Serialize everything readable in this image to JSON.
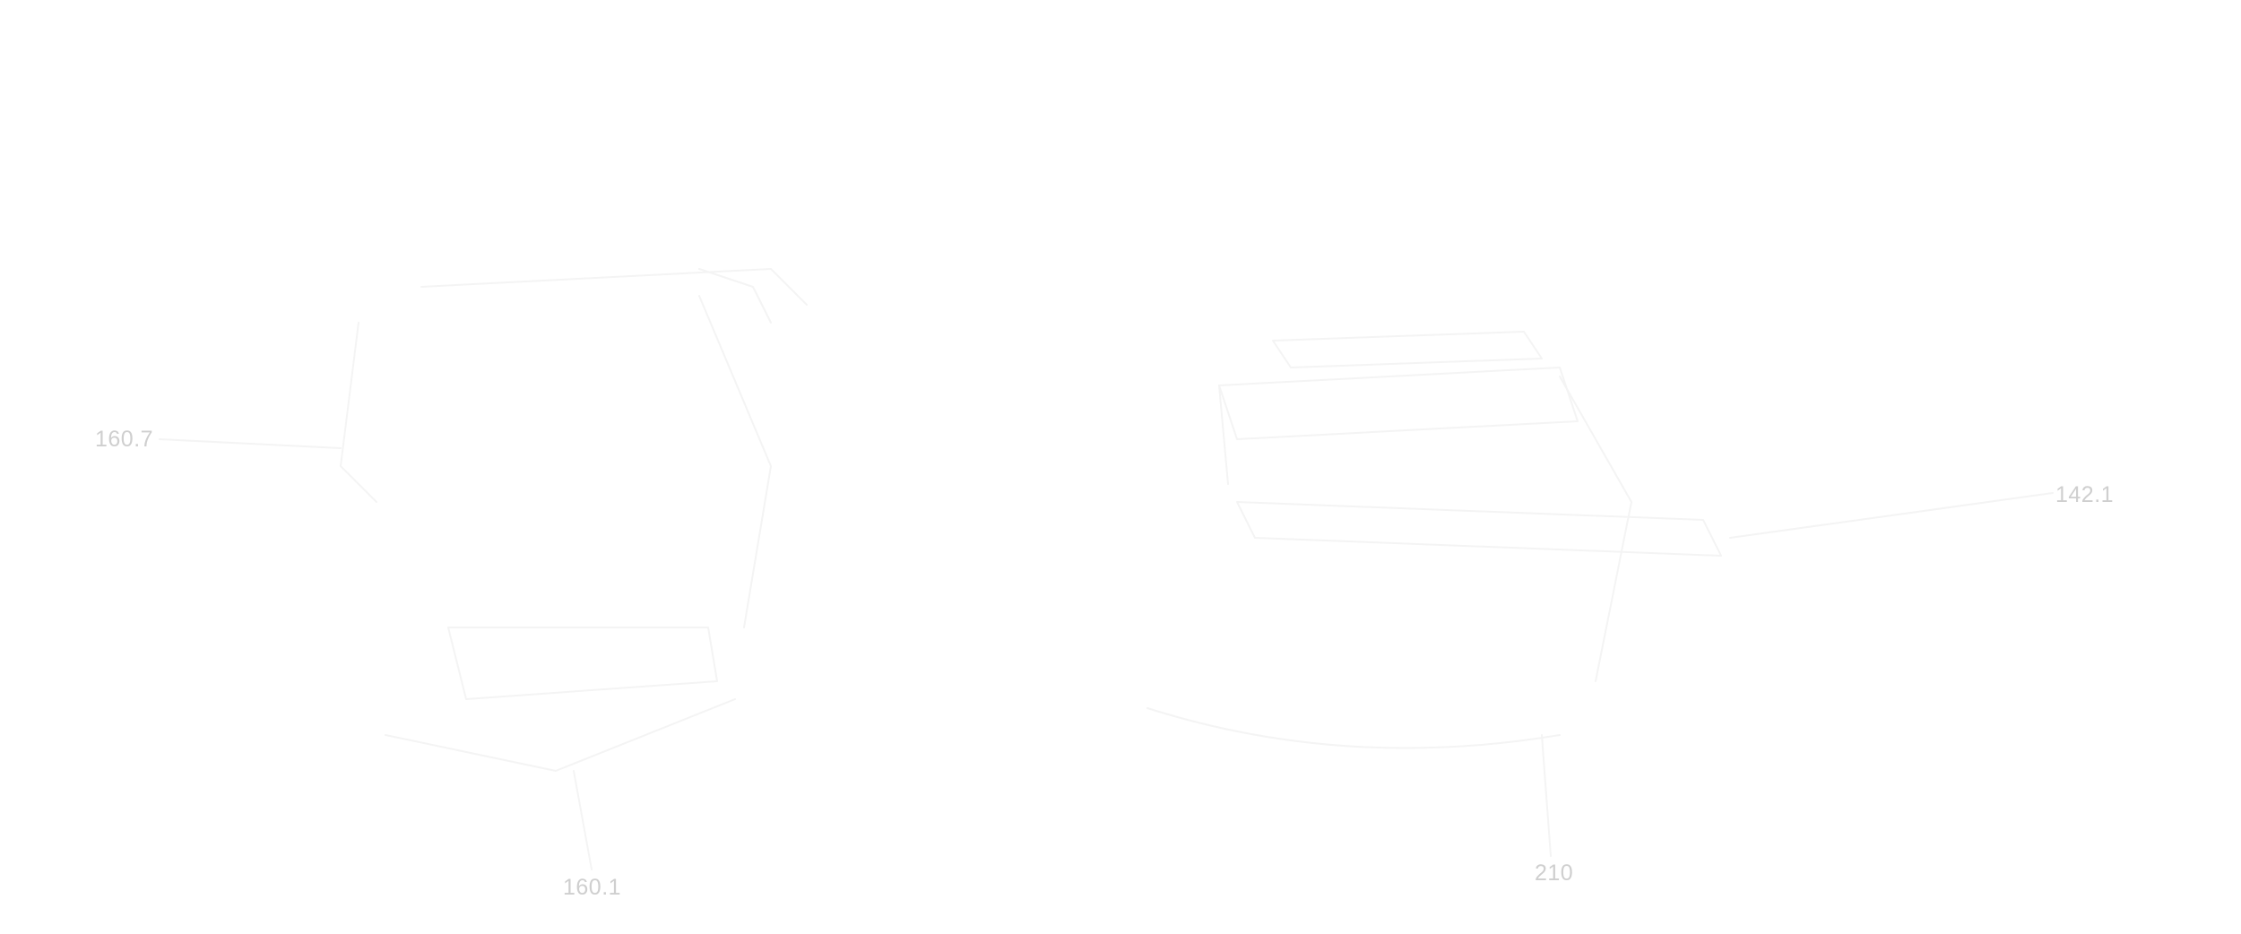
{
  "colors": {
    "background": "#ffffff",
    "label_text": "#cfcfcf",
    "line_art": "#f4f4f4"
  },
  "reference_numerals": [
    {
      "id": "ref-1",
      "text": "160.7"
    },
    {
      "id": "ref-2",
      "text": "160.1"
    },
    {
      "id": "ref-3",
      "text": "210"
    },
    {
      "id": "ref-4",
      "text": "142.1"
    }
  ]
}
